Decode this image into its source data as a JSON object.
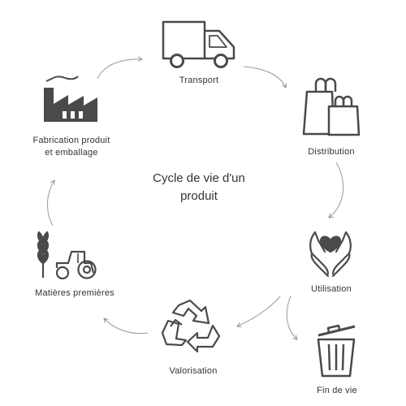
{
  "center_title": [
    "Cycle de vie d'un",
    "produit"
  ],
  "steps": {
    "transport": {
      "label": "Transport",
      "icon": "truck-icon"
    },
    "distribution": {
      "label": "Distribution",
      "icon": "shopping-bags-icon"
    },
    "utilisation": {
      "label": "Utilisation",
      "icon": "hands-heart-icon"
    },
    "fin_de_vie": {
      "label": "Fin de vie",
      "icon": "trash-bin-icon"
    },
    "valorisation": {
      "label": "Valorisation",
      "icon": "recycle-icon"
    },
    "matieres": {
      "label": "Matières premières",
      "icon": "tractor-wheat-icon"
    },
    "fabrication": {
      "label": [
        "Fabrication produit",
        "et emballage"
      ],
      "icon": "factory-icon"
    }
  },
  "colors": {
    "icon": "#4a4a4a",
    "text": "#333333",
    "arrow": "#9a9a9a"
  }
}
